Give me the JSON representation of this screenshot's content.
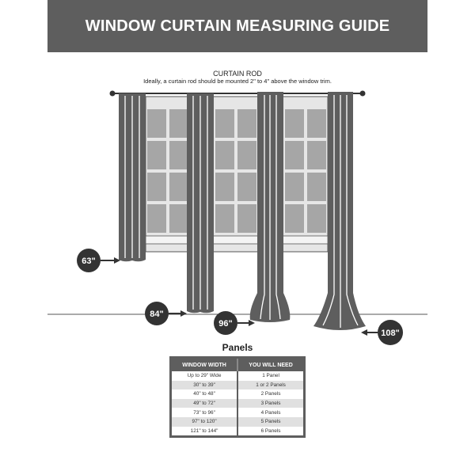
{
  "header": {
    "title": "WINDOW CURTAIN MEASURING GUIDE"
  },
  "rod": {
    "label": "CURTAIN ROD",
    "note": "Ideally, a curtain rod should be mounted 2\" to 4\" above the window trim."
  },
  "lengths": [
    {
      "label": "63\""
    },
    {
      "label": "84\""
    },
    {
      "label": "96\""
    },
    {
      "label": "108\""
    }
  ],
  "panels": {
    "title": "Panels",
    "headers": [
      "WINDOW WIDTH",
      "YOU WILL NEED"
    ],
    "rows": [
      [
        "Up to 29\" Wide",
        "1 Panel"
      ],
      [
        "30\" to 39\"",
        "1 or 2 Panels"
      ],
      [
        "40\" to 48\"",
        "2 Panels"
      ],
      [
        "49\" to 72\"",
        "3 Panels"
      ],
      [
        "73\" to 96\"",
        "4 Panels"
      ],
      [
        "97\" to 120\"",
        "5 Panels"
      ],
      [
        "121\" to 144\"",
        "6 Panels"
      ]
    ]
  },
  "colors": {
    "dark": "#5e5e5e",
    "pane": "#a6a6a6",
    "frame": "#e6e6e6",
    "row_alt": "#e0e0e0"
  }
}
